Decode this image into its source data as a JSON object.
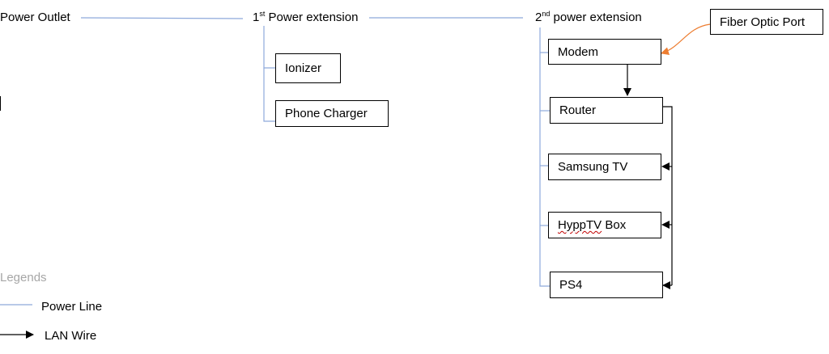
{
  "nodes": {
    "outlet": "Power Outlet",
    "ext1_num": "1",
    "ext1_sup": "st",
    "ext1_text": " Power extension",
    "ext2_num": "2",
    "ext2_sup": "nd",
    "ext2_text": " power extension"
  },
  "boxes": {
    "ionizer": "Ionizer",
    "phone_charger": "Phone Charger",
    "modem": "Modem",
    "fiber": "Fiber Optic Port",
    "router": "Router",
    "tv": "Samsung TV",
    "hypp_part": "HyppTV",
    "hypp_rest": " Box",
    "ps4": "PS4"
  },
  "legend": {
    "title": "Legends",
    "power_line": "Power Line",
    "lan_wire": "LAN Wire"
  },
  "colors": {
    "power_line": "#8ea9db",
    "lan_wire": "#000000",
    "fiber_link": "#ed7d31"
  }
}
